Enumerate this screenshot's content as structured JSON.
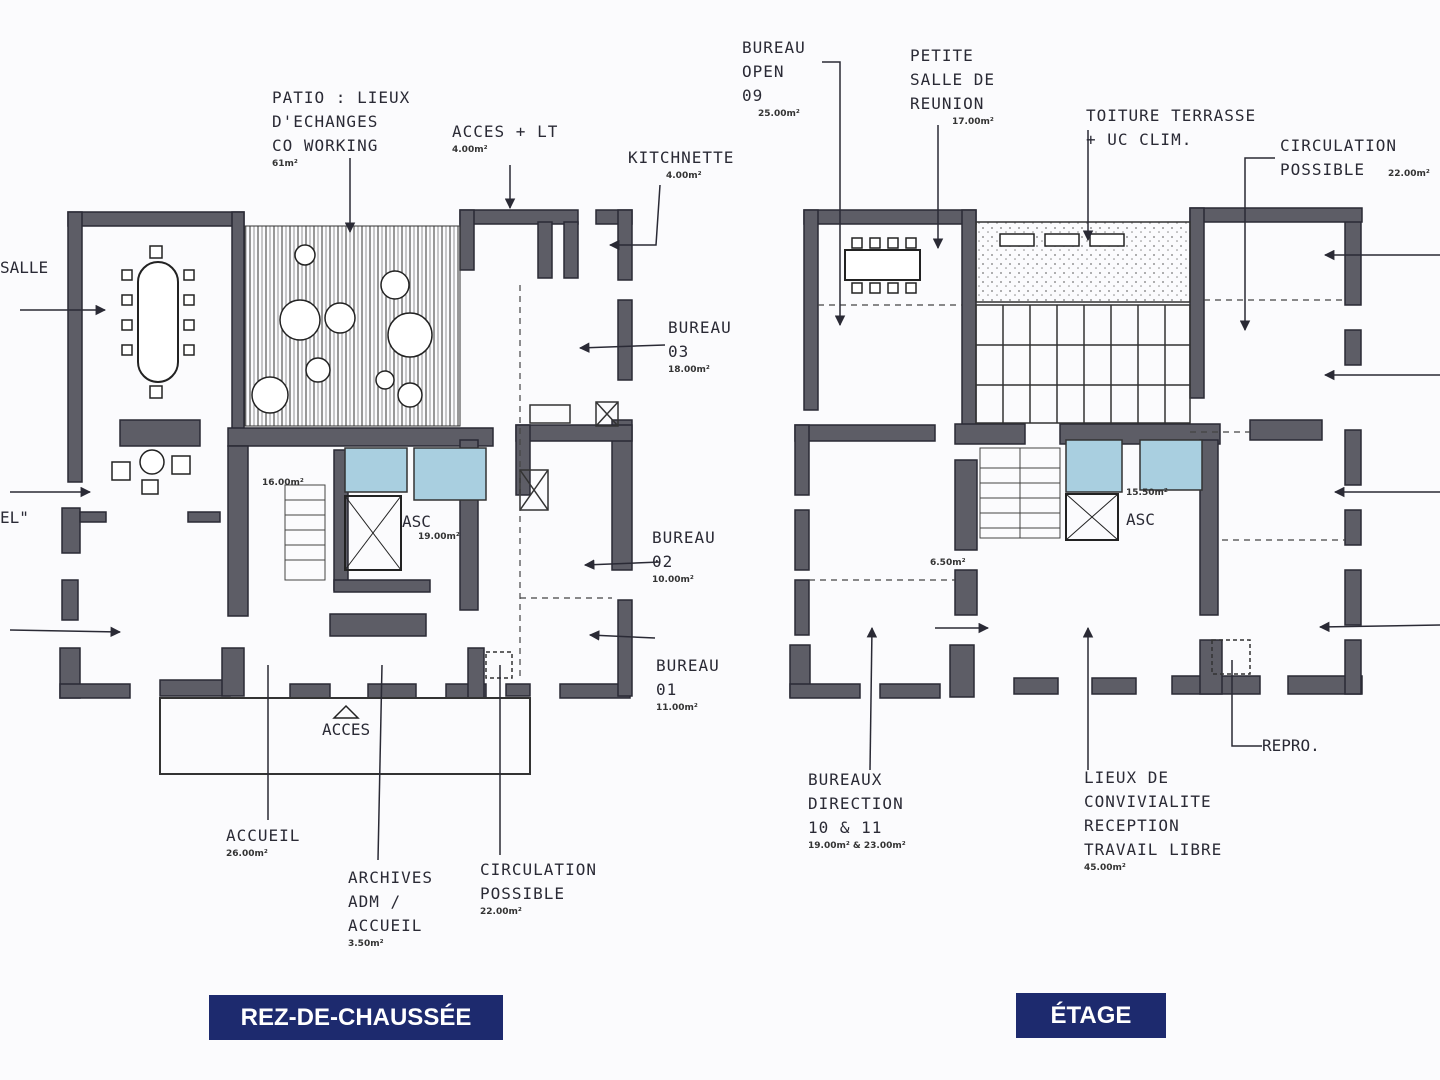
{
  "ground_floor": {
    "banner": "REZ-DE-CHAUSSÉE",
    "labels": {
      "patio": {
        "text": "PATIO : LIEUX\nD'ECHANGES\nCO WORKING",
        "area": "61m²"
      },
      "acces_lt": {
        "text": "ACCES + LT",
        "area": "4.00m²"
      },
      "kitchenette": {
        "text": "KITCHNETTE",
        "area": "4.00m²"
      },
      "bureau_03": {
        "text": "BUREAU\n03",
        "area": "18.00m²"
      },
      "bureau_02": {
        "text": "BUREAU\n02",
        "area": "10.00m²"
      },
      "bureau_01": {
        "text": "BUREAU\n01",
        "area": "11.00m²"
      },
      "accueil": {
        "text": "ACCUEIL",
        "area": "26.00m²"
      },
      "archives": {
        "text": "ARCHIVES\nADM /\nACCUEIL",
        "area": "3.50m²"
      },
      "circulation": {
        "text": "CIRCULATION\nPOSSIBLE",
        "area": "22.00m²"
      },
      "acces": "ACCES",
      "asc": "ASC",
      "area_16": "16.00m²",
      "area_19": "19.00m²",
      "left_salle": "SALLE",
      "left_el": "EL\""
    }
  },
  "upper_floor": {
    "banner": "ÉTAGE",
    "labels": {
      "bureau_open": {
        "text": "BUREAU\nOPEN\n09",
        "area": "25.00m²"
      },
      "petite_salle": {
        "text": "PETITE\nSALLE DE\nREUNION",
        "area": "17.00m²"
      },
      "toiture": {
        "text": "TOITURE TERRASSE\n+ UC CLIM."
      },
      "circulation": {
        "text": "CIRCULATION\nPOSSIBLE",
        "area": "22.00m²"
      },
      "bureaux_direction": {
        "text": "BUREAUX\nDIRECTION\n10 & 11",
        "area": "19.00m² & 23.00m²"
      },
      "convivialite": {
        "text": "LIEUX DE\nCONVIVIALITE\nRECEPTION\nTRAVAIL LIBRE",
        "area": "45.00m²"
      },
      "repro": "REPRO.",
      "asc": "ASC",
      "area_1550": "15.50m²",
      "area_650": "6.50m²"
    }
  },
  "colors": {
    "wall": "#5d5d66",
    "ink": "#2a2a35",
    "banner": "#1d2a6e",
    "lift": "#a9cfe0"
  }
}
